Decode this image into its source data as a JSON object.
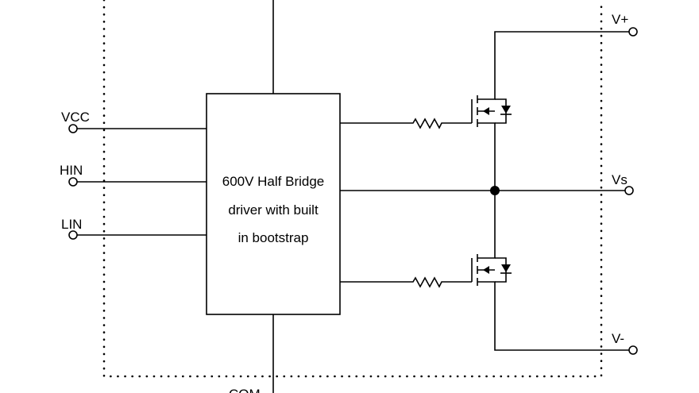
{
  "driver": {
    "line1": "600V Half Bridge",
    "line2": "driver with built",
    "line3": "in bootstrap"
  },
  "pins": {
    "vcc": "VCC",
    "hin": "HIN",
    "lin": "LIN",
    "com": "COM",
    "vplus": "V+",
    "vs": "Vs",
    "vminus": "V-"
  }
}
